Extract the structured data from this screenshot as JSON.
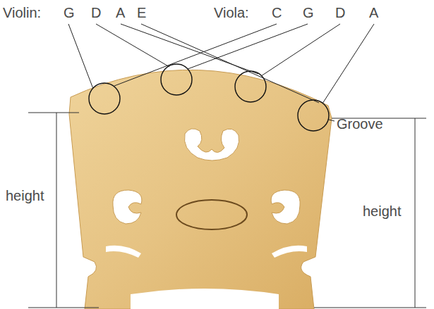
{
  "diagram": {
    "labels": [
      "Violin:",
      "G",
      "D",
      "A",
      "E",
      "Viola:",
      "C",
      "G",
      "D",
      "A",
      "Groove",
      "height",
      "height"
    ]
  }
}
